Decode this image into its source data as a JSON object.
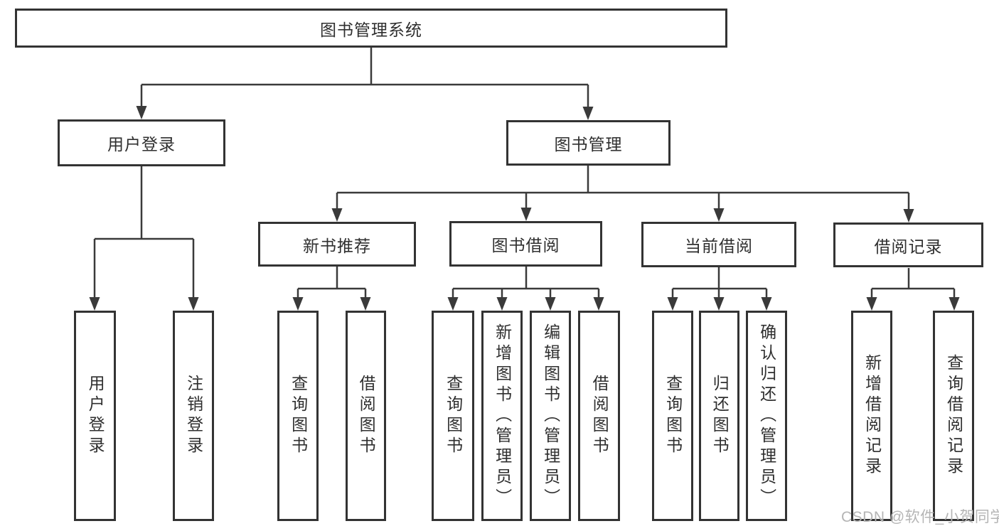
{
  "diagram": {
    "watermark": "CSDN @软件_小贺同学",
    "colors": {
      "line": "#3a3a3a",
      "border": "#333333",
      "text": "#2f2f2f",
      "watermark": "#b5b5b5",
      "background": "#ffffff"
    },
    "tree": {
      "root": "图书管理系统",
      "branches": [
        {
          "label": "用户登录",
          "children": [
            "用户登录",
            "注销登录"
          ]
        },
        {
          "label": "图书管理",
          "groups": [
            {
              "label": "新书推荐",
              "children": [
                "查询图书",
                "借阅图书"
              ]
            },
            {
              "label": "图书借阅",
              "children": [
                "查询图书",
                "新增图书（管理员）",
                "编辑图书（管理员）",
                "借阅图书"
              ]
            },
            {
              "label": "当前借阅",
              "children": [
                "查询图书",
                "归还图书",
                "确认归还（管理员）"
              ]
            },
            {
              "label": "借阅记录",
              "children": [
                "新增借阅记录",
                "查询借阅记录"
              ]
            }
          ]
        }
      ]
    }
  }
}
